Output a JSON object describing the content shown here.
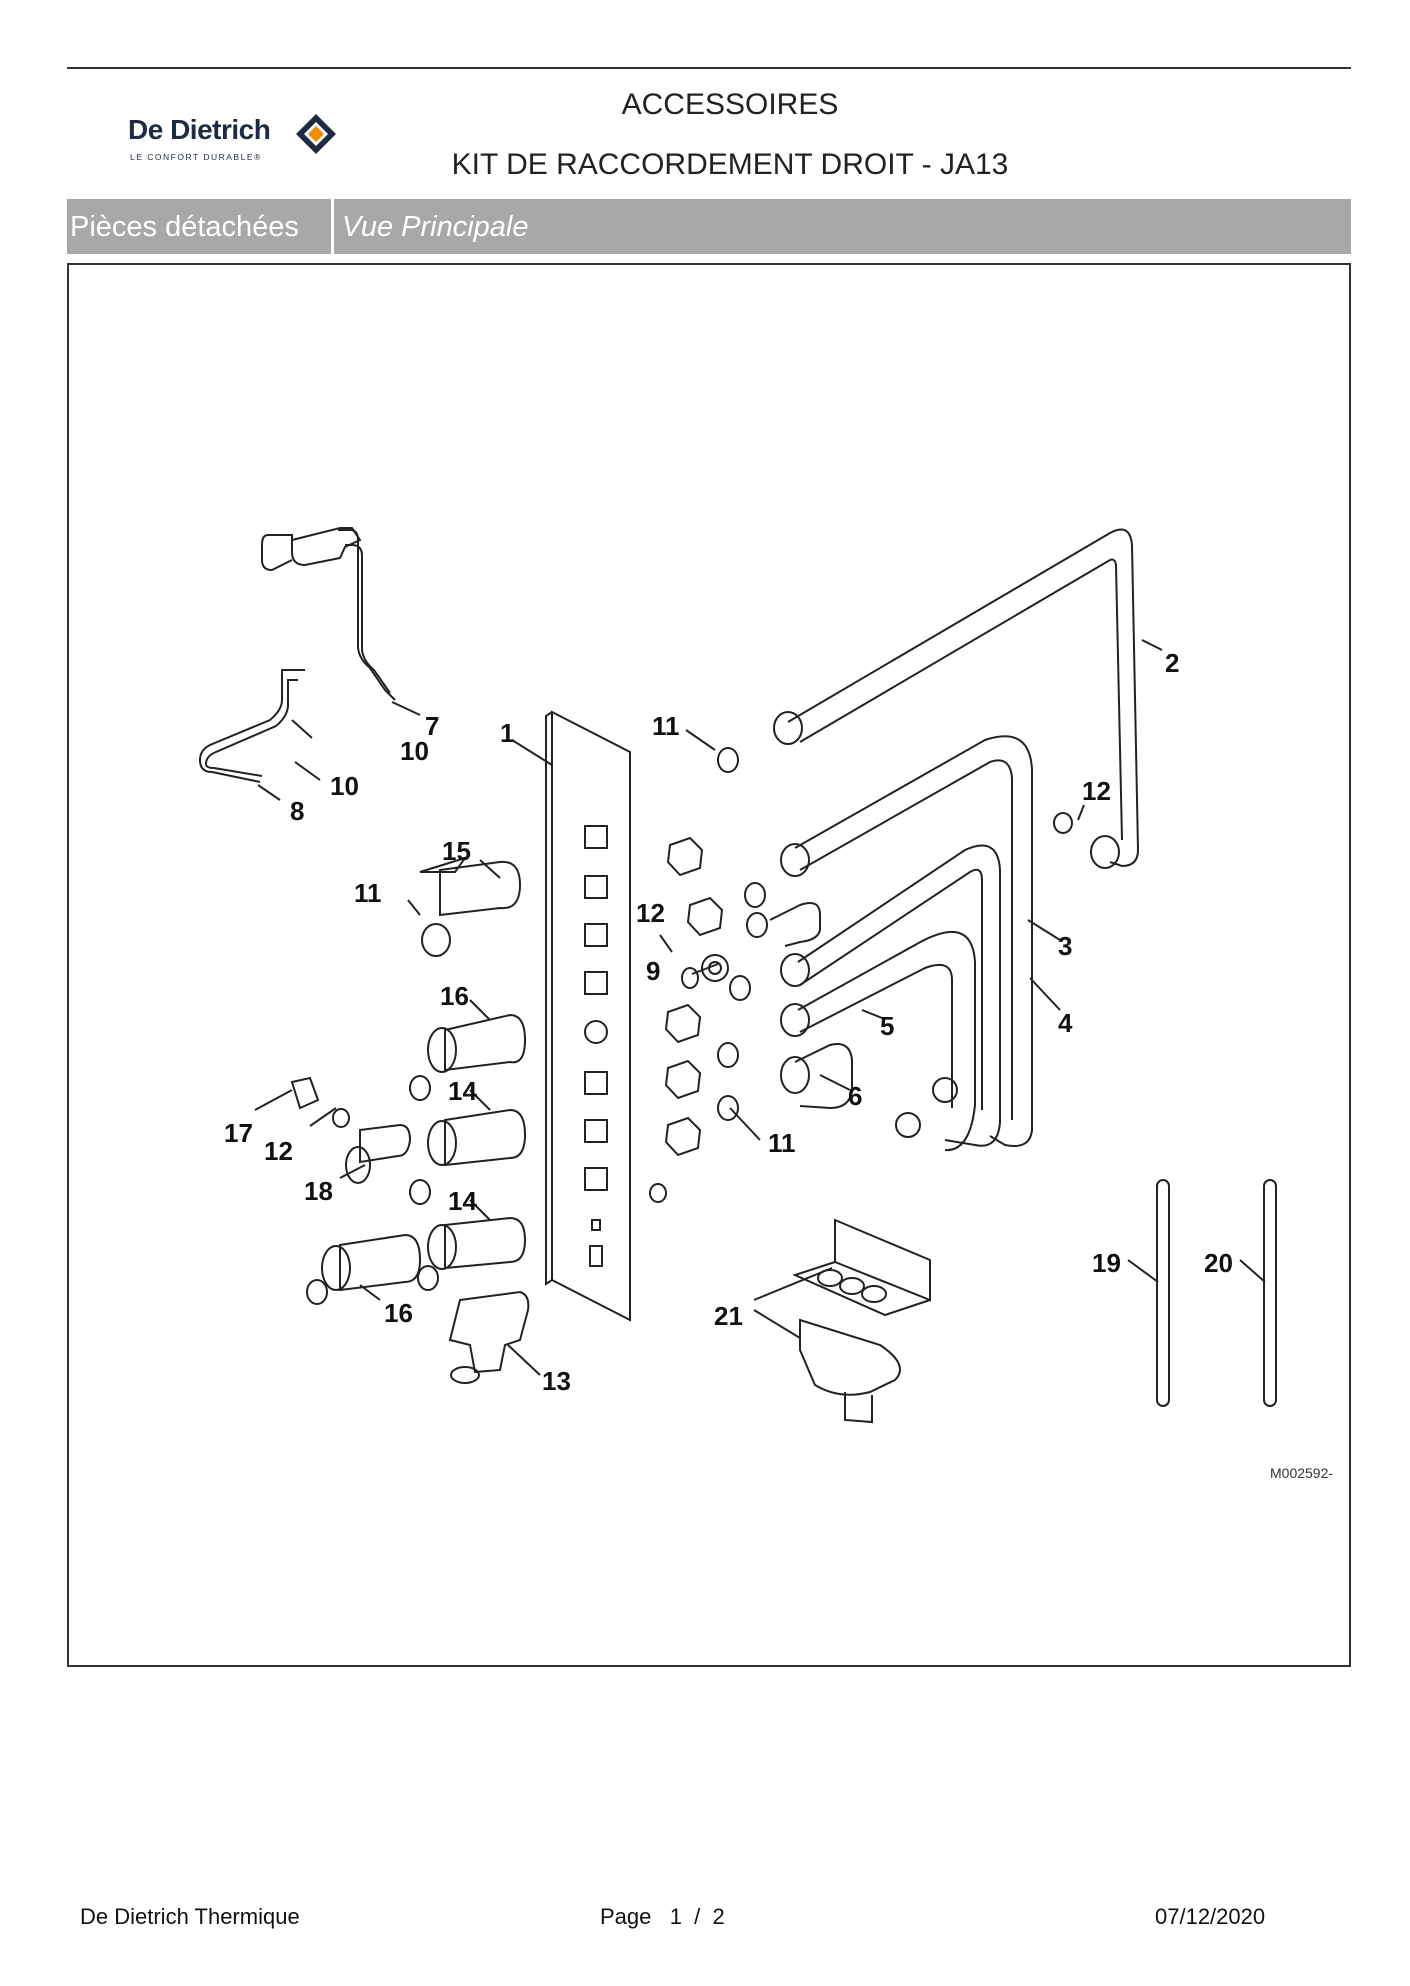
{
  "header": {
    "brand_name": "De Dietrich",
    "brand_tagline": "LE CONFORT DURABLE®",
    "title": "ACCESSOIRES",
    "subtitle": "KIT DE RACCORDEMENT DROIT - JA13"
  },
  "tabs": {
    "section": "Pièces détachées",
    "view": "Vue Principale"
  },
  "diagram": {
    "reference": "M002592-",
    "callouts": {
      "c1": "1",
      "c2": "2",
      "c3": "3",
      "c4": "4",
      "c5": "5",
      "c6": "6",
      "c7": "7",
      "c8": "8",
      "c9": "9",
      "c10a": "10",
      "c10b": "10",
      "c11a": "11",
      "c11b": "11",
      "c11c": "11",
      "c12a": "12",
      "c12b": "12",
      "c12c": "12",
      "c13": "13",
      "c14a": "14",
      "c14b": "14",
      "c15": "15",
      "c16a": "16",
      "c16b": "16",
      "c17": "17",
      "c18": "18",
      "c19": "19",
      "c20": "20",
      "c21": "21"
    }
  },
  "footer": {
    "company": "De Dietrich Thermique",
    "page": "Page   1  /  2",
    "date": "07/12/2020"
  }
}
